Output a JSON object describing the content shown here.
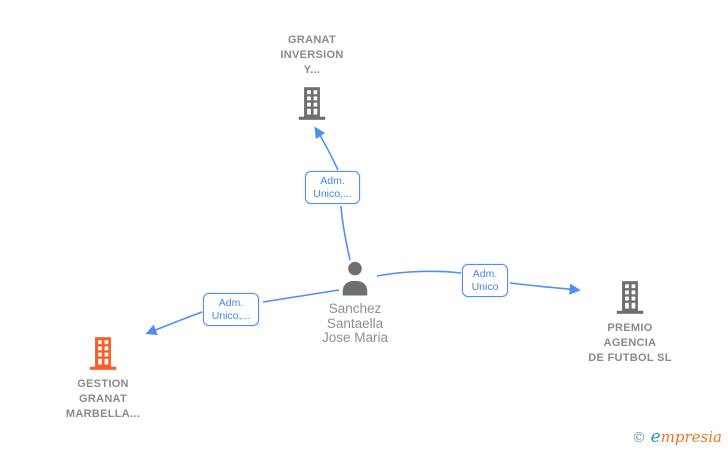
{
  "diagram": {
    "type": "corporate-relationship-graph",
    "colors": {
      "background": "#ffffff",
      "edge_blue": "#4d8ff2",
      "edge_label_text": "#4285f4",
      "company_label_gray": "#8a8a8a",
      "person_label_gray": "#8f8f8f",
      "building_icon_gray": "#6f6f6f",
      "building_icon_orange": "#f95d28",
      "person_icon_gray": "#6f6f6f"
    },
    "nodes": {
      "granat": {
        "type": "company",
        "lines": [
          "GRANAT",
          "INVERSION",
          "Y..."
        ]
      },
      "person": {
        "type": "person",
        "lines": [
          "Sanchez",
          "Santaella",
          "Jose Maria"
        ]
      },
      "premio": {
        "type": "company",
        "lines": [
          "PREMIO",
          "AGENCIA",
          "DE FUTBOL SL"
        ]
      },
      "gestion": {
        "type": "company",
        "lines": [
          "GESTION",
          "GRANAT",
          "MARBELLA..."
        ]
      }
    },
    "edge_labels": {
      "to_granat": {
        "lines": [
          "Adm.",
          "Unico,..."
        ]
      },
      "to_gestion": {
        "lines": [
          "Adm.",
          "Unico,..."
        ]
      },
      "to_premio": {
        "lines": [
          "Adm.",
          "Unico"
        ]
      }
    }
  },
  "footer": {
    "copyright": "©",
    "brand_first": "e",
    "brand_rest": "mpresia"
  }
}
